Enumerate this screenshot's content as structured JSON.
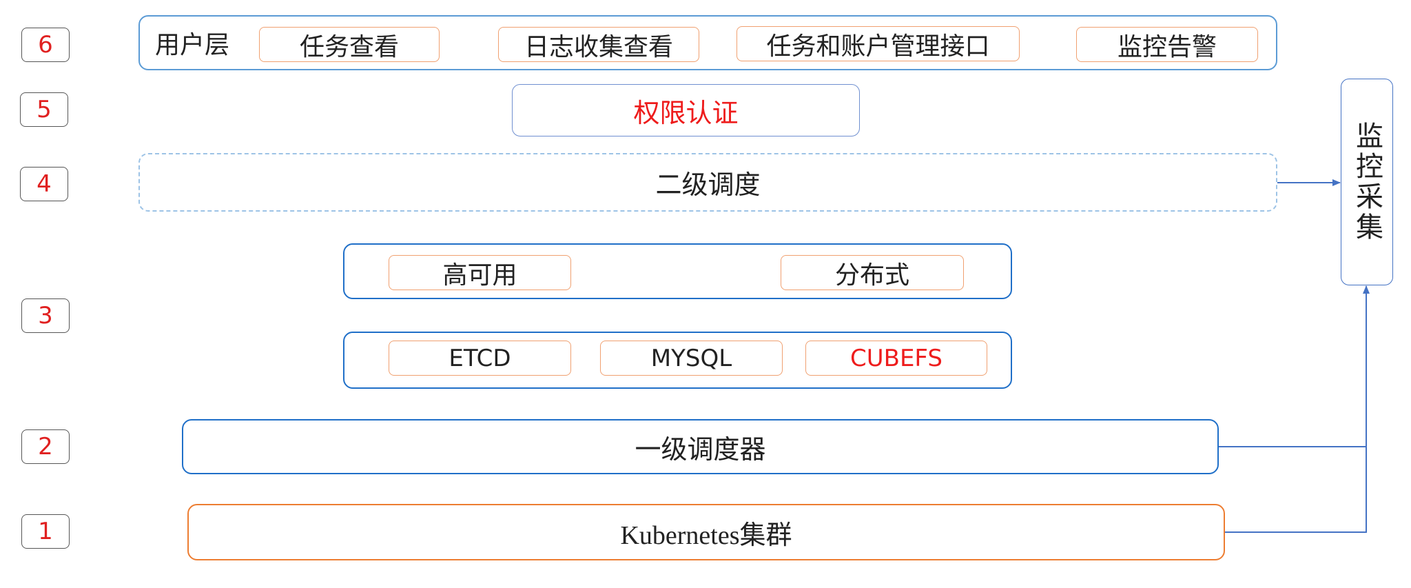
{
  "layers": {
    "l6": {
      "number": "6",
      "title": "用户层",
      "items": [
        "任务查看",
        "日志收集查看",
        "任务和账户管理接口",
        "监控告警"
      ]
    },
    "l5": {
      "number": "5",
      "label": "权限认证"
    },
    "l4": {
      "number": "4",
      "label": "二级调度"
    },
    "l3": {
      "number": "3",
      "top_items": [
        "高可用",
        "分布式"
      ],
      "bottom_items": [
        "ETCD",
        "MYSQL",
        "CUBEFS"
      ]
    },
    "l2": {
      "number": "2",
      "label": "一级调度器"
    },
    "l1": {
      "number": "1",
      "label": "Kubernetes集群"
    }
  },
  "monitor": {
    "label": "监控采集"
  },
  "colors": {
    "number_text": "#e02020",
    "highlight_text": "#ee1c1c",
    "layer_border_blue": "#1f6fc8",
    "layer_border_lightblue": "#5b9bd5",
    "layer_border_orange": "#ed7d31",
    "item_border": "#f0a070",
    "arrow": "#4472c4"
  }
}
